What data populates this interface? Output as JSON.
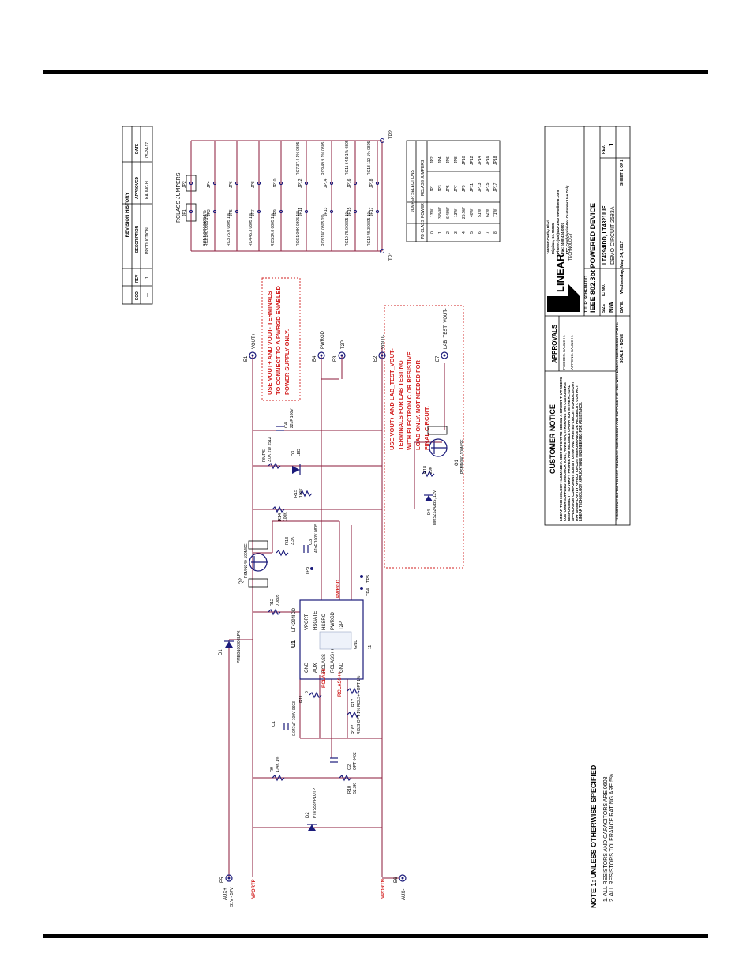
{
  "note": {
    "heading": "NOTE 1: UNLESS OTHERWISE SPECIFIED",
    "lines": [
      "1.  ALL RESISTORS AND CAPACITORS ARE 0603",
      "2.  ALL RESISTORS TOLERANCE RATING ARE 5%"
    ]
  },
  "revision": {
    "title": "REVISION HISTORY",
    "headers": [
      "ECO",
      "REV",
      "DESCRIPTION",
      "APPROVED",
      "DATE"
    ],
    "row": [
      "—",
      "1",
      "PRODUCTION",
      "KAUNG H.",
      "05-24-17"
    ]
  },
  "rclass": {
    "title": "RCLASS JUMPERS",
    "rows": [
      {
        "r1": "RC1 1.00K 0805 1%",
        "jp1": "JP1",
        "r2": "",
        "jp2": "JP2"
      },
      {
        "r1": "RC2 140 0805 1%",
        "jp1": "JP3",
        "r2": "",
        "jp2": "JP4"
      },
      {
        "r1": "RC3 75.0 0805 1%",
        "jp1": "JP5",
        "r2": "",
        "jp2": "JP6"
      },
      {
        "r1": "RC4 45.3 0805 1%",
        "jp1": "JP7",
        "r2": "",
        "jp2": "JP8"
      },
      {
        "r1": "RC5 34.8 0805 1%",
        "jp1": "JP9",
        "r2": "",
        "jp2": "JP10"
      },
      {
        "r1": "RC6 1.00K 0805 1%",
        "jp1": "JP11",
        "r2": "RC7 37.4 1% 0805",
        "jp2": "JP12"
      },
      {
        "r1": "RC8 140 0805 1%",
        "jp1": "JP13",
        "r2": "RC9 49.9 1% 0805",
        "jp2": "JP14"
      },
      {
        "r1": "RC10 75.0 0805 1%",
        "jp1": "JP15",
        "r2": "RC11 64.9 1% 0805",
        "jp2": "JP16"
      },
      {
        "r1": "RC12 45.3 0805 1%",
        "jp1": "JP17",
        "r2": "RC13 110 1% 0805",
        "jp2": "JP18"
      }
    ],
    "tp1": "TP1",
    "tp2": "TP2"
  },
  "jumper_table": {
    "title": "JUMPER SELECTIONS",
    "headers": [
      "PD CLASS",
      "POWER",
      "RCLASS JUMPERS"
    ],
    "rows": [
      [
        "0",
        "13W",
        "JP1",
        "JP2"
      ],
      [
        "1",
        "3.84W",
        "JP3",
        "JP4"
      ],
      [
        "2",
        "6.49W",
        "JP5",
        "JP6"
      ],
      [
        "3",
        "13W",
        "JP7",
        "JP8"
      ],
      [
        "4",
        "25.5W",
        "JP9",
        "JP10"
      ],
      [
        "5",
        "40W",
        "JP11",
        "JP12"
      ],
      [
        "6",
        "51W",
        "JP13",
        "JP14"
      ],
      [
        "7",
        "62W",
        "JP15",
        "JP16"
      ],
      [
        "8",
        "71W",
        "JP17",
        "JP18"
      ]
    ]
  },
  "notes_red": {
    "pwrgd": [
      "USE VOUT+ AND VOUT- TERMINALS",
      "TO CONNECT TO A PWRGD ENABLED",
      "POWER SUPPLY ONLY."
    ],
    "lab": [
      "USE VOUT+ AND LAB_TEST_VOUT-",
      "TERMINALS FOR LAB TESTING",
      "WITH ELECTRONIC OR RESISTIVE",
      "LOAD ONLY.  NOT NEEDED FOR",
      "FINAL CIRCUIT."
    ]
  },
  "terminals": {
    "e1": "E1",
    "vout_p": "VOUT+",
    "e4": "E4",
    "pwrgd": "PWRGD",
    "e3": "E3",
    "t2p": "T2P",
    "e2": "E2",
    "vout_m": "VOUT-",
    "e7": "E7",
    "lab": "LAB_TEST_VOUT-",
    "e5": "E5",
    "aux_p": "AUX+",
    "aux_v": "31V - 57V",
    "e6": "E6",
    "aux_m": "AUX-",
    "vportp": "VPORTP",
    "vportn": "VPORTN"
  },
  "parts": {
    "u1": "U1",
    "u1_part": "LT4294IDD",
    "u1_left": [
      "GND",
      "AUX",
      "RCLASS",
      "RCLASS++",
      "GND"
    ],
    "u1_left_pins": [
      "1",
      "2",
      "3",
      "4",
      "5"
    ],
    "u1_right": [
      "VPORT",
      "HSGATE",
      "HSSRC",
      "PWRGD",
      "T2P"
    ],
    "u1_right_pins": [
      "10",
      "9",
      "8",
      "7",
      "6"
    ],
    "u1_gnd": "GND",
    "u1_gnd_pin": "11",
    "q1": "Q1",
    "q1_part": "PSMN040-100MSE",
    "q2": "Q2",
    "q2_part": "PSMN040-100MSE",
    "d1": "D1",
    "d1_part": "PMEG10030ELPX",
    "d2": "D2",
    "d2_part": "PTVS58VP1UTP",
    "d3": "D3",
    "d3_part": "LED",
    "d4": "D4",
    "d4_part": "MMSZ5242BS, 12V",
    "c1": "C1",
    "c1_val": "0.047uF 100V 0603",
    "c2": "C2",
    "c2_val": "OPT 0402",
    "c3": "C3",
    "c3_val": "47nF 100V 0805",
    "c4": "C4",
    "c4_val": "22uF 100V",
    "r9": "R9",
    "r9_val": "174K 1%",
    "r10": "R10",
    "r10_val": "52.3K",
    "r11": "R11",
    "r11_val": "0",
    "r12": "R12",
    "r12_val": "0 0805",
    "r13": "R13",
    "r13_val": "3.3K",
    "r14": "R14",
    "r14_val": "100K",
    "r15": "R15",
    "r15_val": "100K",
    "r16": "R16*",
    "r16_val": "RCLS OPT 1%",
    "r17": "R17",
    "r17_val": "RCLS++ OPT 1%",
    "r18": "R18",
    "r18_val": "20K",
    "rmps": "RMPS",
    "rmps_val": "3.0K 2W 2512",
    "tp3": "TP3",
    "tp4": "TP4",
    "tp5": "TP5",
    "net_rclass": "RCLASS",
    "net_rclass_pp": "RCLASS++",
    "net_pwrgd": "PWRGD"
  },
  "customer_notice": {
    "title": "CUSTOMER NOTICE",
    "body": "LINEAR TECHNOLOGY HAS MADE A BEST EFFORT TO DESIGN A CIRCUIT THAT MEETS CUSTOMER-SUPPLIED SPECIFICATIONS; HOWEVER, IT REMAINS THE CUSTOMER'S RESPONSIBILITY TO VERIFY PROPER AND RELIABLE OPERATION IN THE ACTUAL APPLICATION. COMPONENT SUBSTITUTION AND PRINTED CIRCUIT BOARD LAYOUT MAY SIGNIFICANTLY AFFECT CIRCUIT PERFORMANCE OR RELIABILITY. CONTACT LINEAR TECHNOLOGY APPLICATIONS ENGINEERING FOR ASSISTANCE.",
    "footer": "THIS CIRCUIT IS PROPRIETARY TO LINEAR TECHNOLOGY AND SUPPLIED FOR USE WITH LINEAR TECHNOLOGY PARTS."
  },
  "approvals": {
    "title": "APPROVALS",
    "rows": [
      [
        "PCB DES.",
        "KAUNG H."
      ],
      [
        "APP ENG.",
        "KAUNG H."
      ]
    ]
  },
  "company": {
    "address": [
      "1630 McCarthy Blvd.",
      "Milpitas, CA 95035",
      "Phone: (408)432-1900   www.linear.com",
      "Fax: (408)434-0507"
    ],
    "confidential": "LTC Confidential-For Customer Use Only",
    "logo": "LINEAR",
    "logo_sub": "TECHNOLOGY"
  },
  "title_block": {
    "title_label": "TITLE: SCHEMATIC",
    "title": "IEEE 802.3bt POWERED DEVICE",
    "size_label": "SIZE",
    "size": "N/A",
    "ic_label": "IC NO.",
    "ic": "LT4294IDD, LT4321IUF",
    "demo": "DEMO CIRCUIT 2583A",
    "rev_label": "REV.",
    "rev": "1",
    "scale": "SCALE = NONE",
    "date_label": "DATE:",
    "date": "Wednesday, May 24, 2017",
    "sheet": "SHEET  1  OF  2"
  }
}
